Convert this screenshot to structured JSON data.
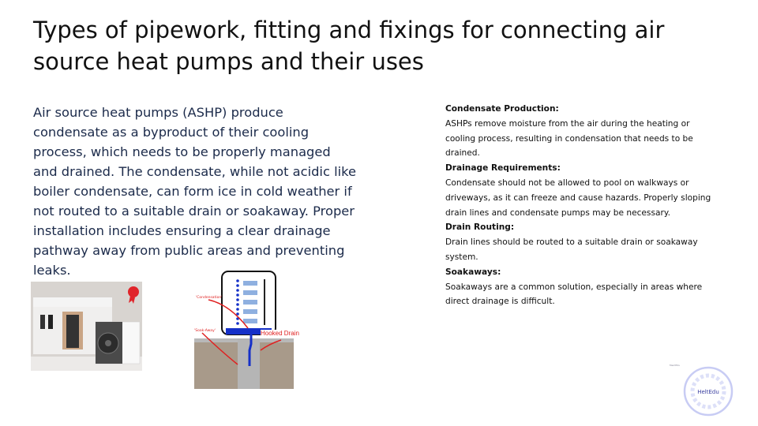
{
  "title": "Types of pipework, fitting and fixings for connecting air source heat pumps and their uses",
  "body": "Air source heat pumps (ASHP) produce condensate as a byproduct of their cooling process, which needs to be properly managed and drained. The condensate, while not acidic like boiler condensate, can form ice in cold weather if not routed to a suitable drain or soakaway. Proper installation includes ensuring a clear drainage pathway away from public areas and preventing leaks.",
  "sections": [
    {
      "heading": "Condensate Production:",
      "text": "ASHPs remove moisture from the air during the heating or cooling process, resulting in condensation that needs to be drained."
    },
    {
      "heading": "Drainage Requirements:",
      "text": "Condensate should not be allowed to pool on walkways or driveways, as it can freeze and cause hazards. Properly sloping drain lines and condensate pumps may be necessary."
    },
    {
      "heading": "Drain Routing:",
      "text": "Drain lines should be routed to a suitable drain or soakaway system."
    },
    {
      "heading": "Soakaways:",
      "text": "Soakaways are a common solution, especially in areas where direct drainage is difficult."
    }
  ],
  "diagram": {
    "label_condensation": "'Condensation'",
    "label_soakaway": "'Soak-Away'",
    "label_drain": "Hooked Drain"
  },
  "logo": {
    "text": "HeltEdu",
    "small": "MentEdu"
  },
  "colors": {
    "title": "#111111",
    "body": "#1b2a4a",
    "arrow": "#e02020",
    "water": "#1530c8"
  }
}
